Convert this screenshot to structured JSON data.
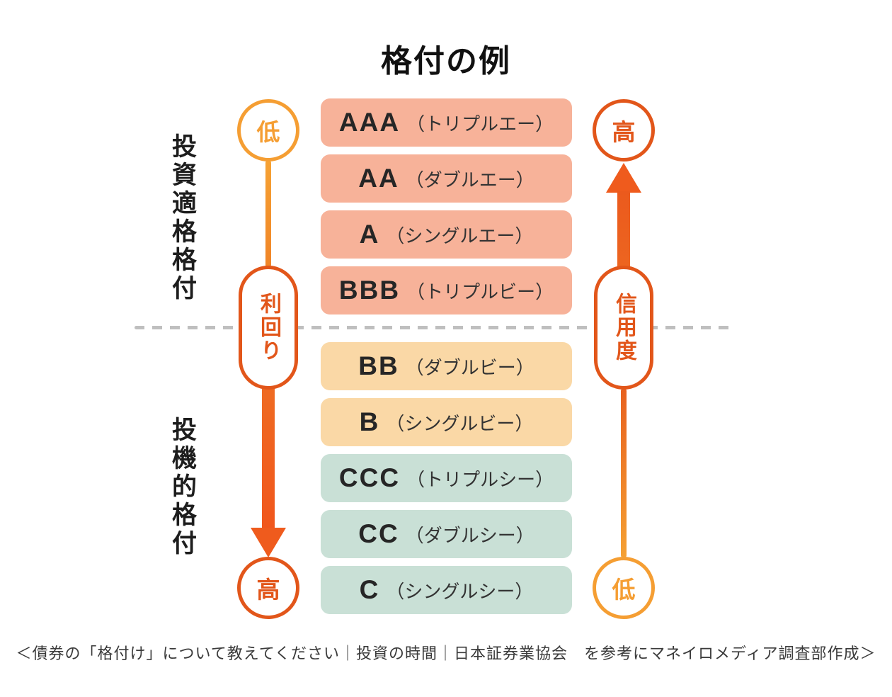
{
  "title": "格付の例",
  "groups": {
    "investment": "投資適格格付",
    "speculative": "投機的格付"
  },
  "left_axis": {
    "top_badge": "低",
    "label": "利回り",
    "bottom_badge": "高"
  },
  "right_axis": {
    "top_badge": "高",
    "label": "信用度",
    "bottom_badge": "低"
  },
  "ratings": [
    {
      "code": "AAA",
      "reading": "（トリプルエー）",
      "tier": "investment"
    },
    {
      "code": "AA",
      "reading": "（ダブルエー）",
      "tier": "investment"
    },
    {
      "code": "A",
      "reading": "（シングルエー）",
      "tier": "investment"
    },
    {
      "code": "BBB",
      "reading": "（トリプルビー）",
      "tier": "investment"
    },
    {
      "code": "BB",
      "reading": "（ダブルビー）",
      "tier": "speculative"
    },
    {
      "code": "B",
      "reading": "（シングルビー）",
      "tier": "speculative"
    },
    {
      "code": "CCC",
      "reading": "（トリプルシー）",
      "tier": "speculative"
    },
    {
      "code": "CC",
      "reading": "（ダブルシー）",
      "tier": "speculative"
    },
    {
      "code": "C",
      "reading": "（シングルシー）",
      "tier": "speculative"
    }
  ],
  "caption": "＜債券の「格付け」について教えてください｜投資の時間｜日本証券業協会　を参考にマネイロメディア調査部作成＞",
  "colors": {
    "rating_a_bg": "#F7B299",
    "rating_b_bg": "#FAD8A6",
    "rating_c_bg": "#C9E0D6",
    "accent_light": "#F59E33",
    "accent_dark": "#E2561A",
    "arrow": "#EF5B1D",
    "dashed_line": "#BFBFBF"
  }
}
